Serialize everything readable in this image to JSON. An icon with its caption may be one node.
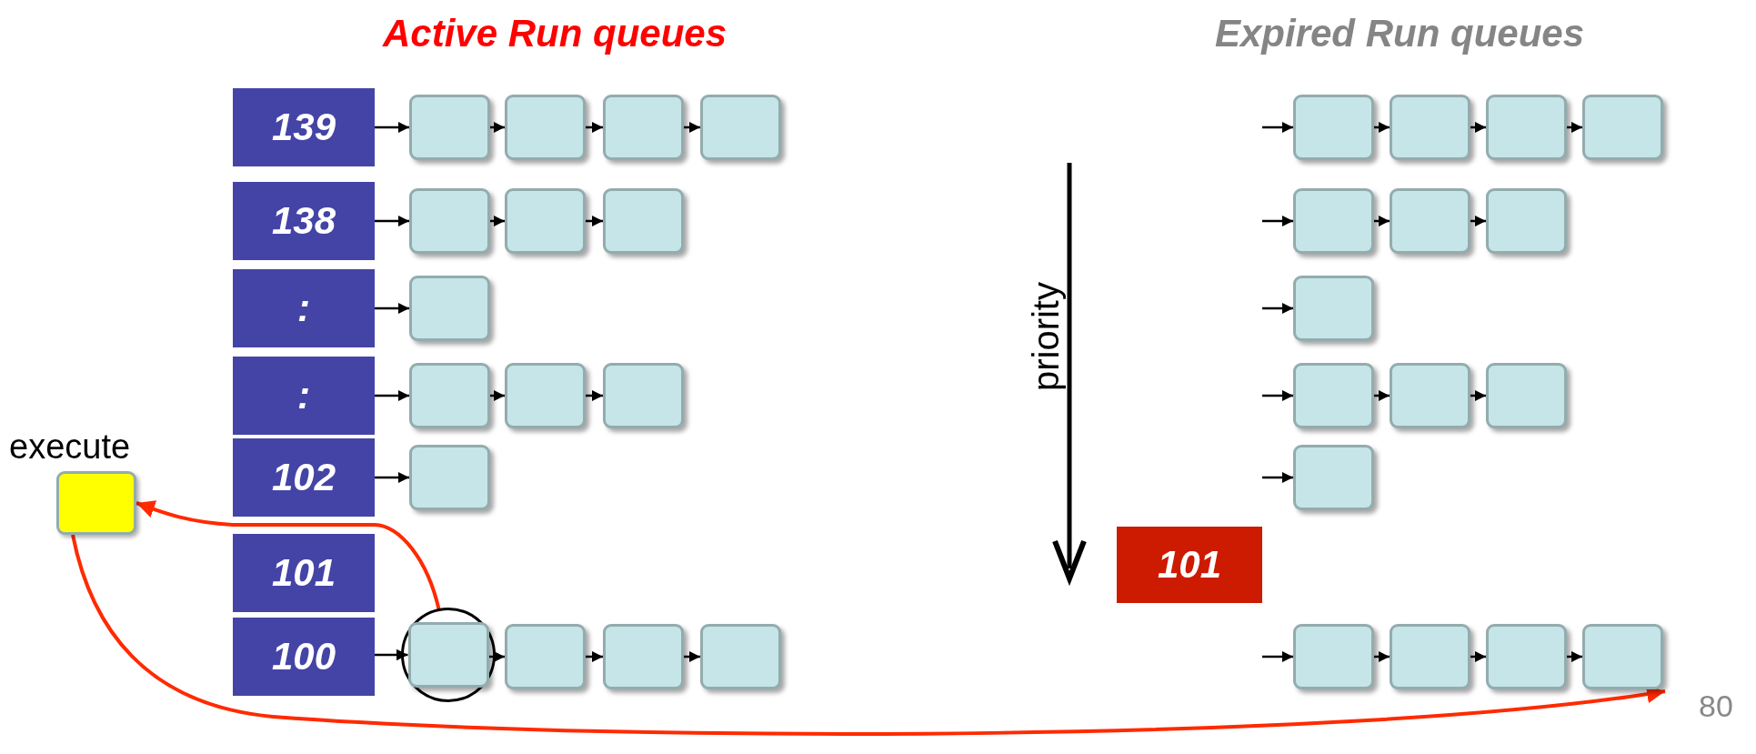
{
  "diagram": {
    "nodes": [
      {
        "text": [
          "139"
        ]
      },
      {
        "text": [],
        "shape": "box"
      },
      {
        "text": [],
        "shape": "box"
      },
      {
        "text": [],
        "shape": "box"
      },
      {
        "text": [],
        "shape": "box"
      },
      {
        "text": [],
        "shape": "box"
      },
      {
        "text": [],
        "shape": "box"
      },
      {
        "text": [],
        "shape": "box"
      },
      {
        "text": [],
        "shape": "box"
      },
      {
        "text": [
          "138"
        ]
      },
      {
        "text": [],
        "shape": "box"
      },
      {
        "text": [],
        "shape": "box"
      },
      {
        "text": [],
        "shape": "box"
      },
      {
        "text": [],
        "shape": "box"
      },
      {
        "text": [],
        "shape": "box"
      },
      {
        "text": [],
        "shape": "box"
      },
      {
        "text": [
          ":"
        ]
      },
      {
        "text": [],
        "shape": "box"
      },
      {
        "text": [],
        "shape": "box"
      },
      {
        "text": [
          ":"
        ]
      },
      {
        "text": [],
        "shape": "box"
      },
      {
        "text": [],
        "shape": "box"
      },
      {
        "text": [],
        "shape": "box"
      },
      {
        "text": [],
        "shape": "box"
      },
      {
        "text": [],
        "shape": "box"
      },
      {
        "text": [],
        "shape": "box"
      },
      {
        "text": [
          "execute"
        ]
      },
      {
        "text": [
          "102"
        ]
      },
      {
        "text": [],
        "shape": "box"
      },
      {
        "text": [],
        "shape": "box"
      },
      {
        "text": [
          "101"
        ]
      },
      {
        "text": [
          "101"
        ]
      },
      {
        "text": [
          "100"
        ]
      },
      {
        "text": [],
        "shape": "circle"
      },
      {
        "text": [],
        "shape": "box",
        "in": 33
      },
      {
        "text": [],
        "shape": "box"
      },
      {
        "text": [],
        "shape": "box"
      },
      {
        "text": [],
        "shape": "box"
      },
      {
        "text": [],
        "shape": "box"
      },
      {
        "text": [],
        "shape": "box"
      },
      {
        "text": [],
        "shape": "box"
      },
      {
        "text": [],
        "shape": "box"
      }
    ],
    "edges": [
      {
        "from": 0,
        "to": 1,
        "arrow": "to"
      },
      {
        "from": 1,
        "to": 2,
        "arrow": "to"
      },
      {
        "from": 2,
        "to": 3,
        "arrow": "to"
      },
      {
        "from": 3,
        "to": 4,
        "arrow": "to"
      },
      {
        "from": null,
        "to": 5,
        "arrow": "to"
      },
      {
        "from": 5,
        "to": 6,
        "arrow": "to"
      },
      {
        "from": 6,
        "to": 7,
        "arrow": "to"
      },
      {
        "from": 7,
        "to": 8,
        "arrow": "to"
      },
      {
        "from": 9,
        "to": 10,
        "arrow": "to"
      },
      {
        "from": 10,
        "to": 11,
        "arrow": "to"
      },
      {
        "from": 11,
        "to": 12,
        "arrow": "to"
      },
      {
        "from": null,
        "to": 13,
        "arrow": "to"
      },
      {
        "from": 13,
        "to": 14,
        "arrow": "to"
      },
      {
        "from": 14,
        "to": 15,
        "arrow": "to"
      },
      {
        "from": 16,
        "to": 17,
        "arrow": "to"
      },
      {
        "from": null,
        "to": 18,
        "arrow": "to"
      },
      {
        "from": 19,
        "to": 20,
        "arrow": "to"
      },
      {
        "from": 20,
        "to": 21,
        "arrow": "to"
      },
      {
        "from": 21,
        "to": 22,
        "arrow": "to"
      },
      {
        "from": null,
        "to": 23,
        "arrow": "to"
      },
      {
        "from": 23,
        "to": 24,
        "arrow": "to"
      },
      {
        "from": 24,
        "to": 25,
        "arrow": "to"
      },
      {
        "from": 27,
        "to": 28,
        "arrow": "to"
      },
      {
        "from": null,
        "to": 29,
        "arrow": "to"
      },
      {
        "from": 32,
        "to": 34,
        "arrow": "to"
      },
      {
        "from": 34,
        "to": 35,
        "arrow": "to"
      },
      {
        "from": 35,
        "to": 36,
        "arrow": "to"
      },
      {
        "from": 36,
        "to": 37,
        "arrow": "to"
      },
      {
        "from": null,
        "to": 38,
        "arrow": "to"
      },
      {
        "from": 38,
        "to": 39,
        "arrow": "to"
      },
      {
        "from": 39,
        "to": 40,
        "arrow": "to"
      },
      {
        "from": 40,
        "to": 41,
        "arrow": "to"
      },
      {
        "from": 33,
        "to": 26,
        "arrow": "to",
        "color": "#ff2a00"
      },
      {
        "from": 26,
        "to": 41,
        "arrow": "to",
        "color": "#ff2a00"
      }
    ],
    "labels": [
      "Active Run queues",
      "Expired Run queues",
      "priority",
      "80"
    ]
  }
}
